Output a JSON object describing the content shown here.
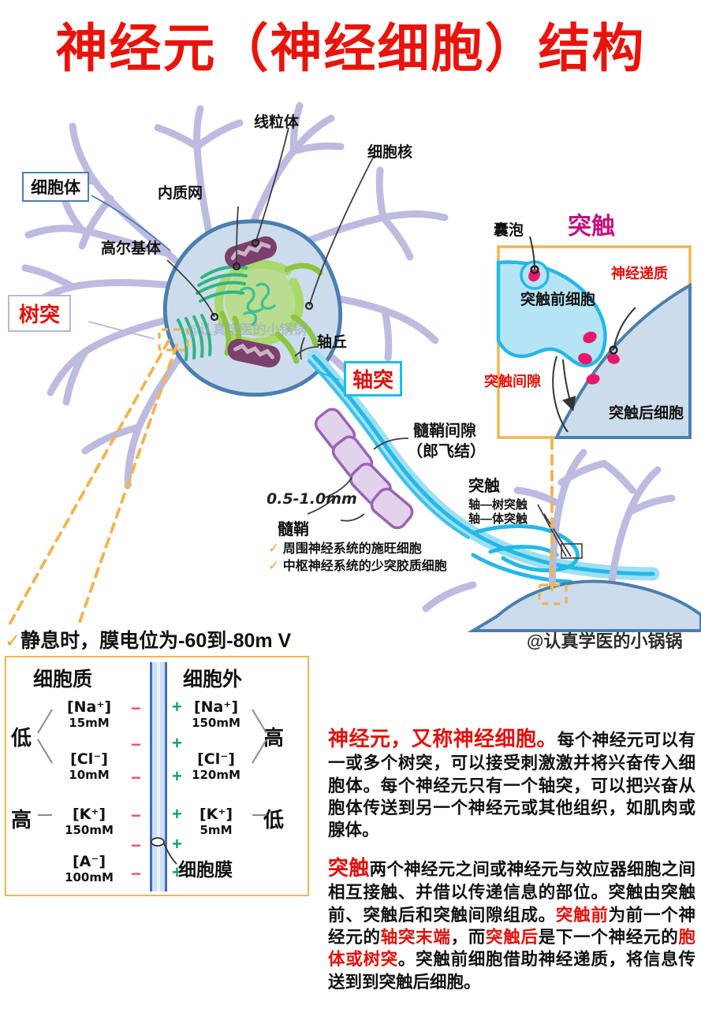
{
  "title": "神经元（神经细胞）结构",
  "watermark": "@认真学医的小锅锅",
  "watermark_soft": "@认真学医的小锅锅",
  "neuron_labels": {
    "soma": "细胞体",
    "dendrite": "树突",
    "axon": "轴突",
    "golgi": "高尔基体",
    "er": "内质网",
    "mitochondria": "线粒体",
    "nucleus": "细胞核",
    "axon_hillock": "轴丘"
  },
  "myelin": {
    "node_label_line1": "髓鞘间隙",
    "node_label_line2": "（郎飞结）",
    "distance": "0.5-1.0mm",
    "sheath_title": "髓鞘",
    "bullets": [
      "周围神经系统的施旺细胞",
      "中枢神经系统的少突胶质细胞"
    ],
    "check_glyph": "✓"
  },
  "terminal": {
    "title": "突触",
    "line1": "轴—树突触",
    "line2": "轴—体突触"
  },
  "synapse_inset": {
    "title": "突触",
    "vesicle": "囊泡",
    "presynaptic": "突触前细胞",
    "neurotransmitter": "神经递质",
    "cleft": "突触间隙",
    "postsynaptic": "突触后细胞"
  },
  "membrane_panel": {
    "resting_note": "静息时，膜电位为-60到-80m V",
    "check_glyph": "✓",
    "col_inside": "细胞质",
    "col_outside": "细胞外",
    "membrane_label": "细胞膜",
    "inside": [
      {
        "ion": "[Na⁺]",
        "conc": "15mM"
      },
      {
        "ion": "[Cl⁻]",
        "conc": "10mM"
      },
      {
        "ion": "[K⁺]",
        "conc": "150mM"
      },
      {
        "ion": "[A⁻]",
        "conc": "100mM"
      }
    ],
    "outside": [
      {
        "ion": "[Na⁺]",
        "conc": "150mM"
      },
      {
        "ion": "[Cl⁻]",
        "conc": "120mM"
      },
      {
        "ion": "[K⁺]",
        "conc": "5mM"
      }
    ],
    "inside_na_cl_level": "低",
    "outside_na_cl_level": "高",
    "inside_k_level": "高",
    "outside_k_level": "低",
    "neg_sign": "−",
    "pos_sign": "+"
  },
  "paragraphs": {
    "p1_head": "神经元，又称神经细胞。",
    "p1_body": "每个神经元可以有一或多个树突，可以接受刺激激并将兴奋传入细胞体。每个神经元只有一个轴突，可以把兴奋从胞体传送到另一个神经元或其他组织，如肌肉或腺体。",
    "p2_head": "突触",
    "p2_a": "两个神经元之间或神经元与效应器细胞之间相互接触、并借以传递信息的部位。突触由突触前、突触后和突触间隙组成。",
    "p2_r1": "突触前",
    "p2_b": "为前一个神经元的",
    "p2_r2": "轴突末端",
    "p2_c": "，而",
    "p2_r3": "突触后",
    "p2_d": "是下一个神经元的",
    "p2_r4": "胞体或树突",
    "p2_e": "。突触前细胞借助神经递质，将信息传送到到突触后细胞。"
  },
  "colors": {
    "title_red": "#e8140c",
    "soma_fill": "#ccdcec",
    "soma_stroke": "#4a7fae",
    "dendrite": "#bdbbe0",
    "axon_cyan": "#24b8e8",
    "myelin_fill": "#e3d2ec",
    "myelin_stroke": "#9a63b4",
    "nucleus_green": "#a9d96b",
    "golgi_teal": "#2fb57f",
    "mito_purple": "#7c3f6e",
    "vesicle_pink": "#e8176b",
    "callout_orange": "#f0b552",
    "magenta": "#c2127f"
  }
}
